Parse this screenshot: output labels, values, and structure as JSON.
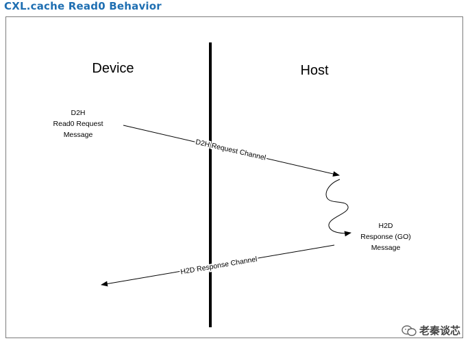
{
  "title": "CXL.cache Read0 Behavior",
  "device_label": "Device",
  "host_label": "Host",
  "d2h_message": [
    "D2H",
    "Read0 Request",
    "Message"
  ],
  "h2d_message": [
    "H2D",
    "Response (GO)",
    "Message"
  ],
  "d2h_channel": "D2H Request Channel",
  "h2d_channel": "H2D Response Channel",
  "watermark": "老秦谈芯",
  "colors": {
    "title": "#1f6fb2",
    "line": "#000000",
    "frame": "#7a7a7a"
  }
}
